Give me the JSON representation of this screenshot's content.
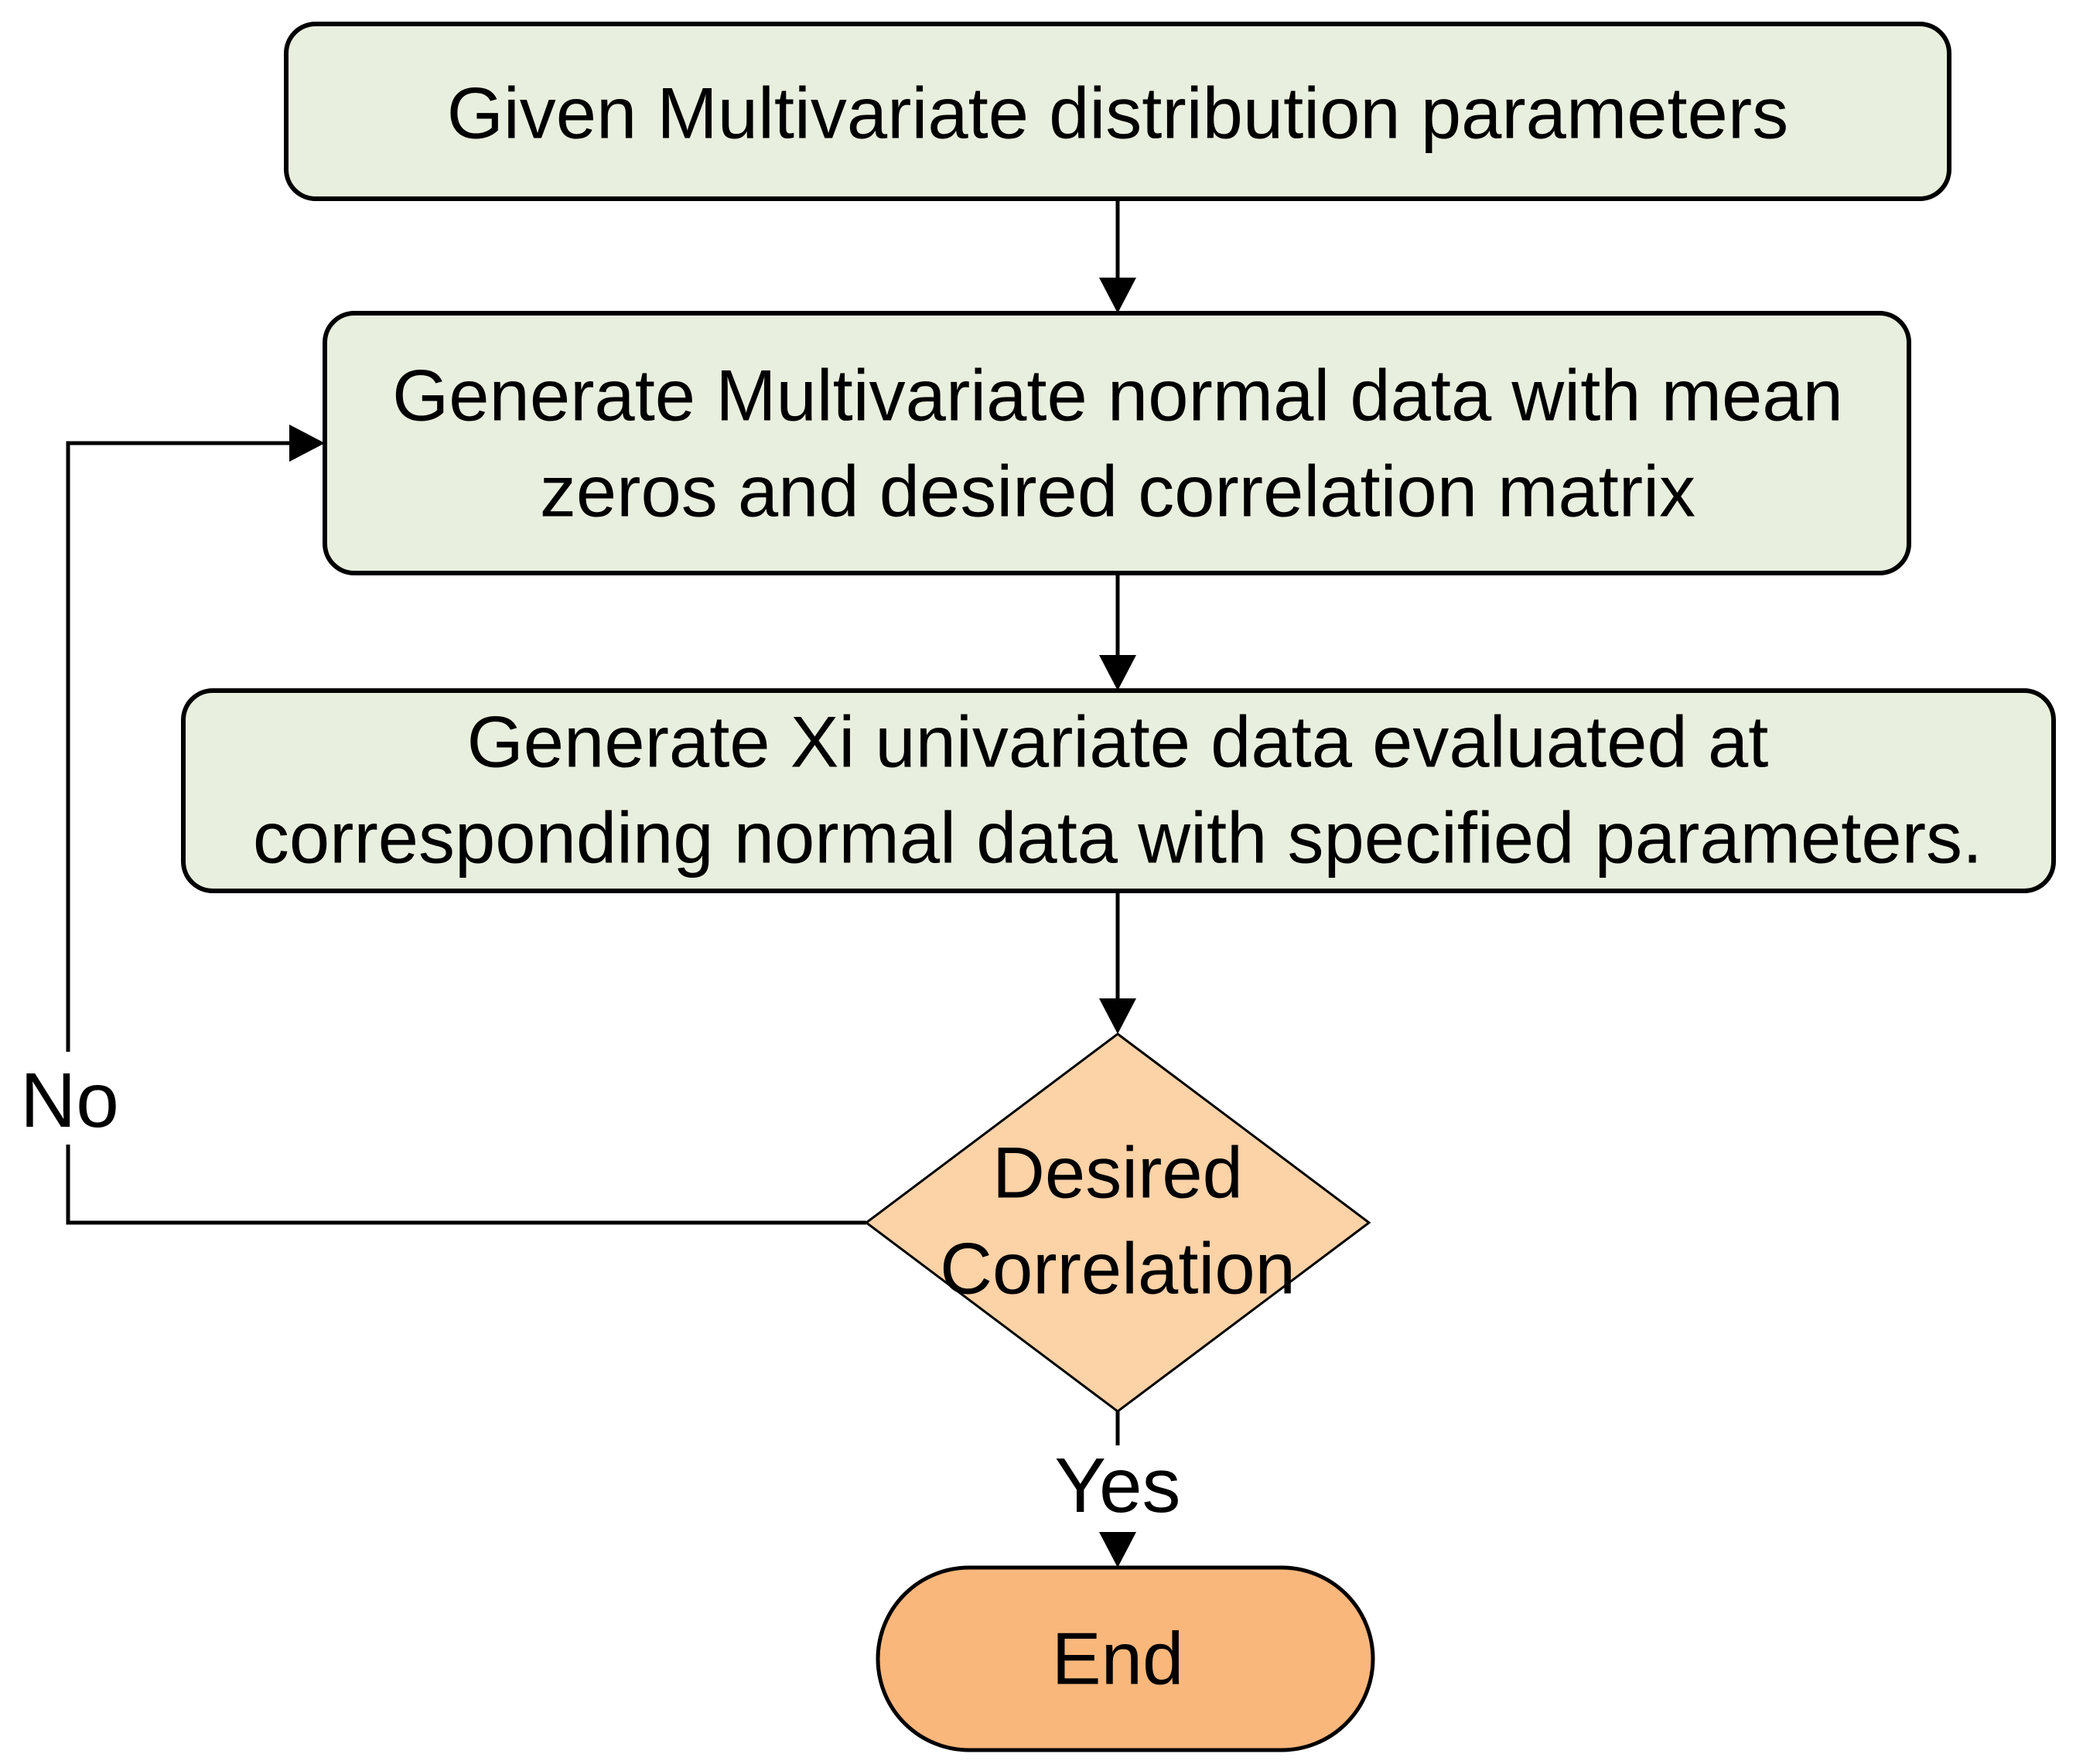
{
  "flowchart": {
    "colors": {
      "background": "#ffffff",
      "process_fill": "#e9efde",
      "decision_fill": "#fcd2a7",
      "terminator_fill": "#fab77c",
      "line_color": "#000000"
    },
    "nodes": {
      "start": {
        "type": "process",
        "label": "Given Multivariate distribution parameters"
      },
      "generate_normal": {
        "type": "process",
        "line1": "Generate Multivariate normal data with mean",
        "line2": "zeros and desired correlation matrix"
      },
      "generate_univariate": {
        "type": "process",
        "line1": "Generate Xi univariate data evaluated at",
        "line2": "corresponding normal data with specified parameters."
      },
      "decision": {
        "type": "decision",
        "line1": "Desired",
        "line2": "Correlation"
      },
      "end": {
        "type": "terminator",
        "label": "End"
      }
    },
    "edges": {
      "yes_label": "Yes",
      "no_label": "No"
    }
  }
}
